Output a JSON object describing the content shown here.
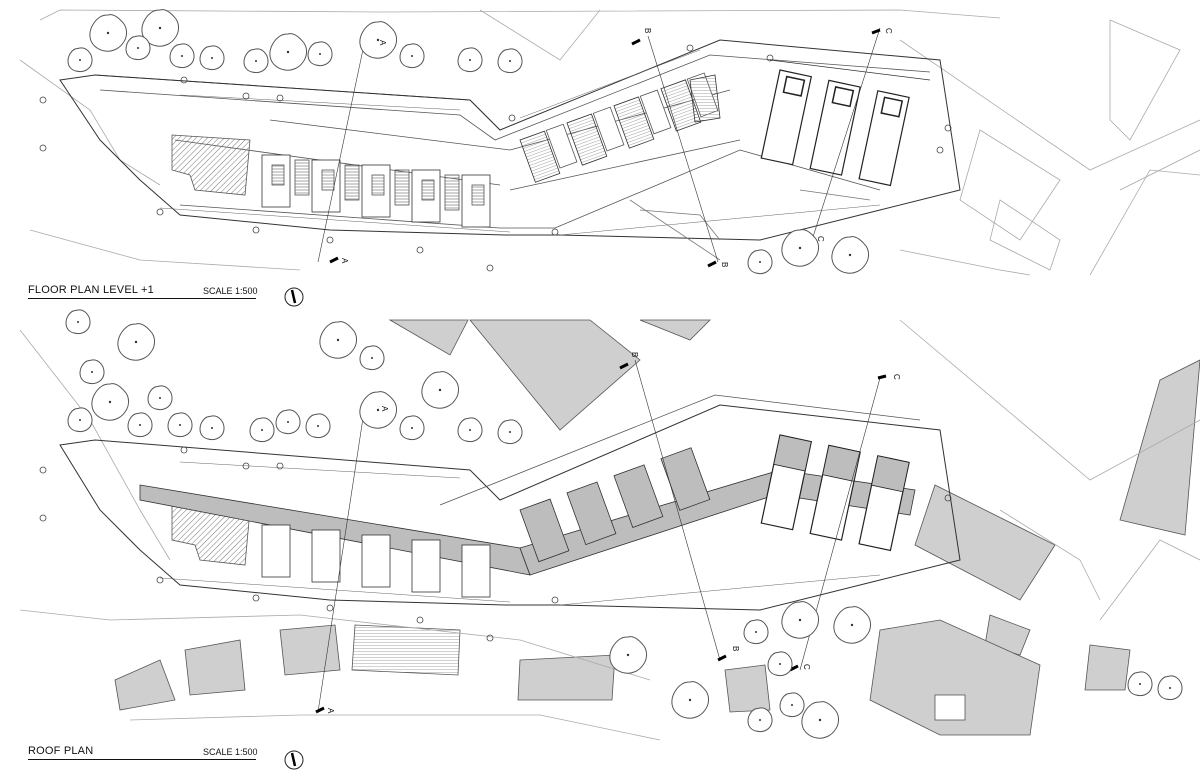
{
  "colors": {
    "line": "#333333",
    "hatch": "#9a9a9a",
    "roof_gray": "#c8c8c8",
    "tree": "#555555"
  },
  "plans": [
    {
      "title": "FLOOR PLAN   LEVEL  +1",
      "scale": "SCALE 1:500",
      "north_icon": "north-arrow-icon"
    },
    {
      "title": "ROOF PLAN",
      "scale": "SCALE 1:500",
      "north_icon": "north-arrow-icon"
    }
  ],
  "section_marks": {
    "a": "A",
    "b": "B",
    "c": "C"
  }
}
